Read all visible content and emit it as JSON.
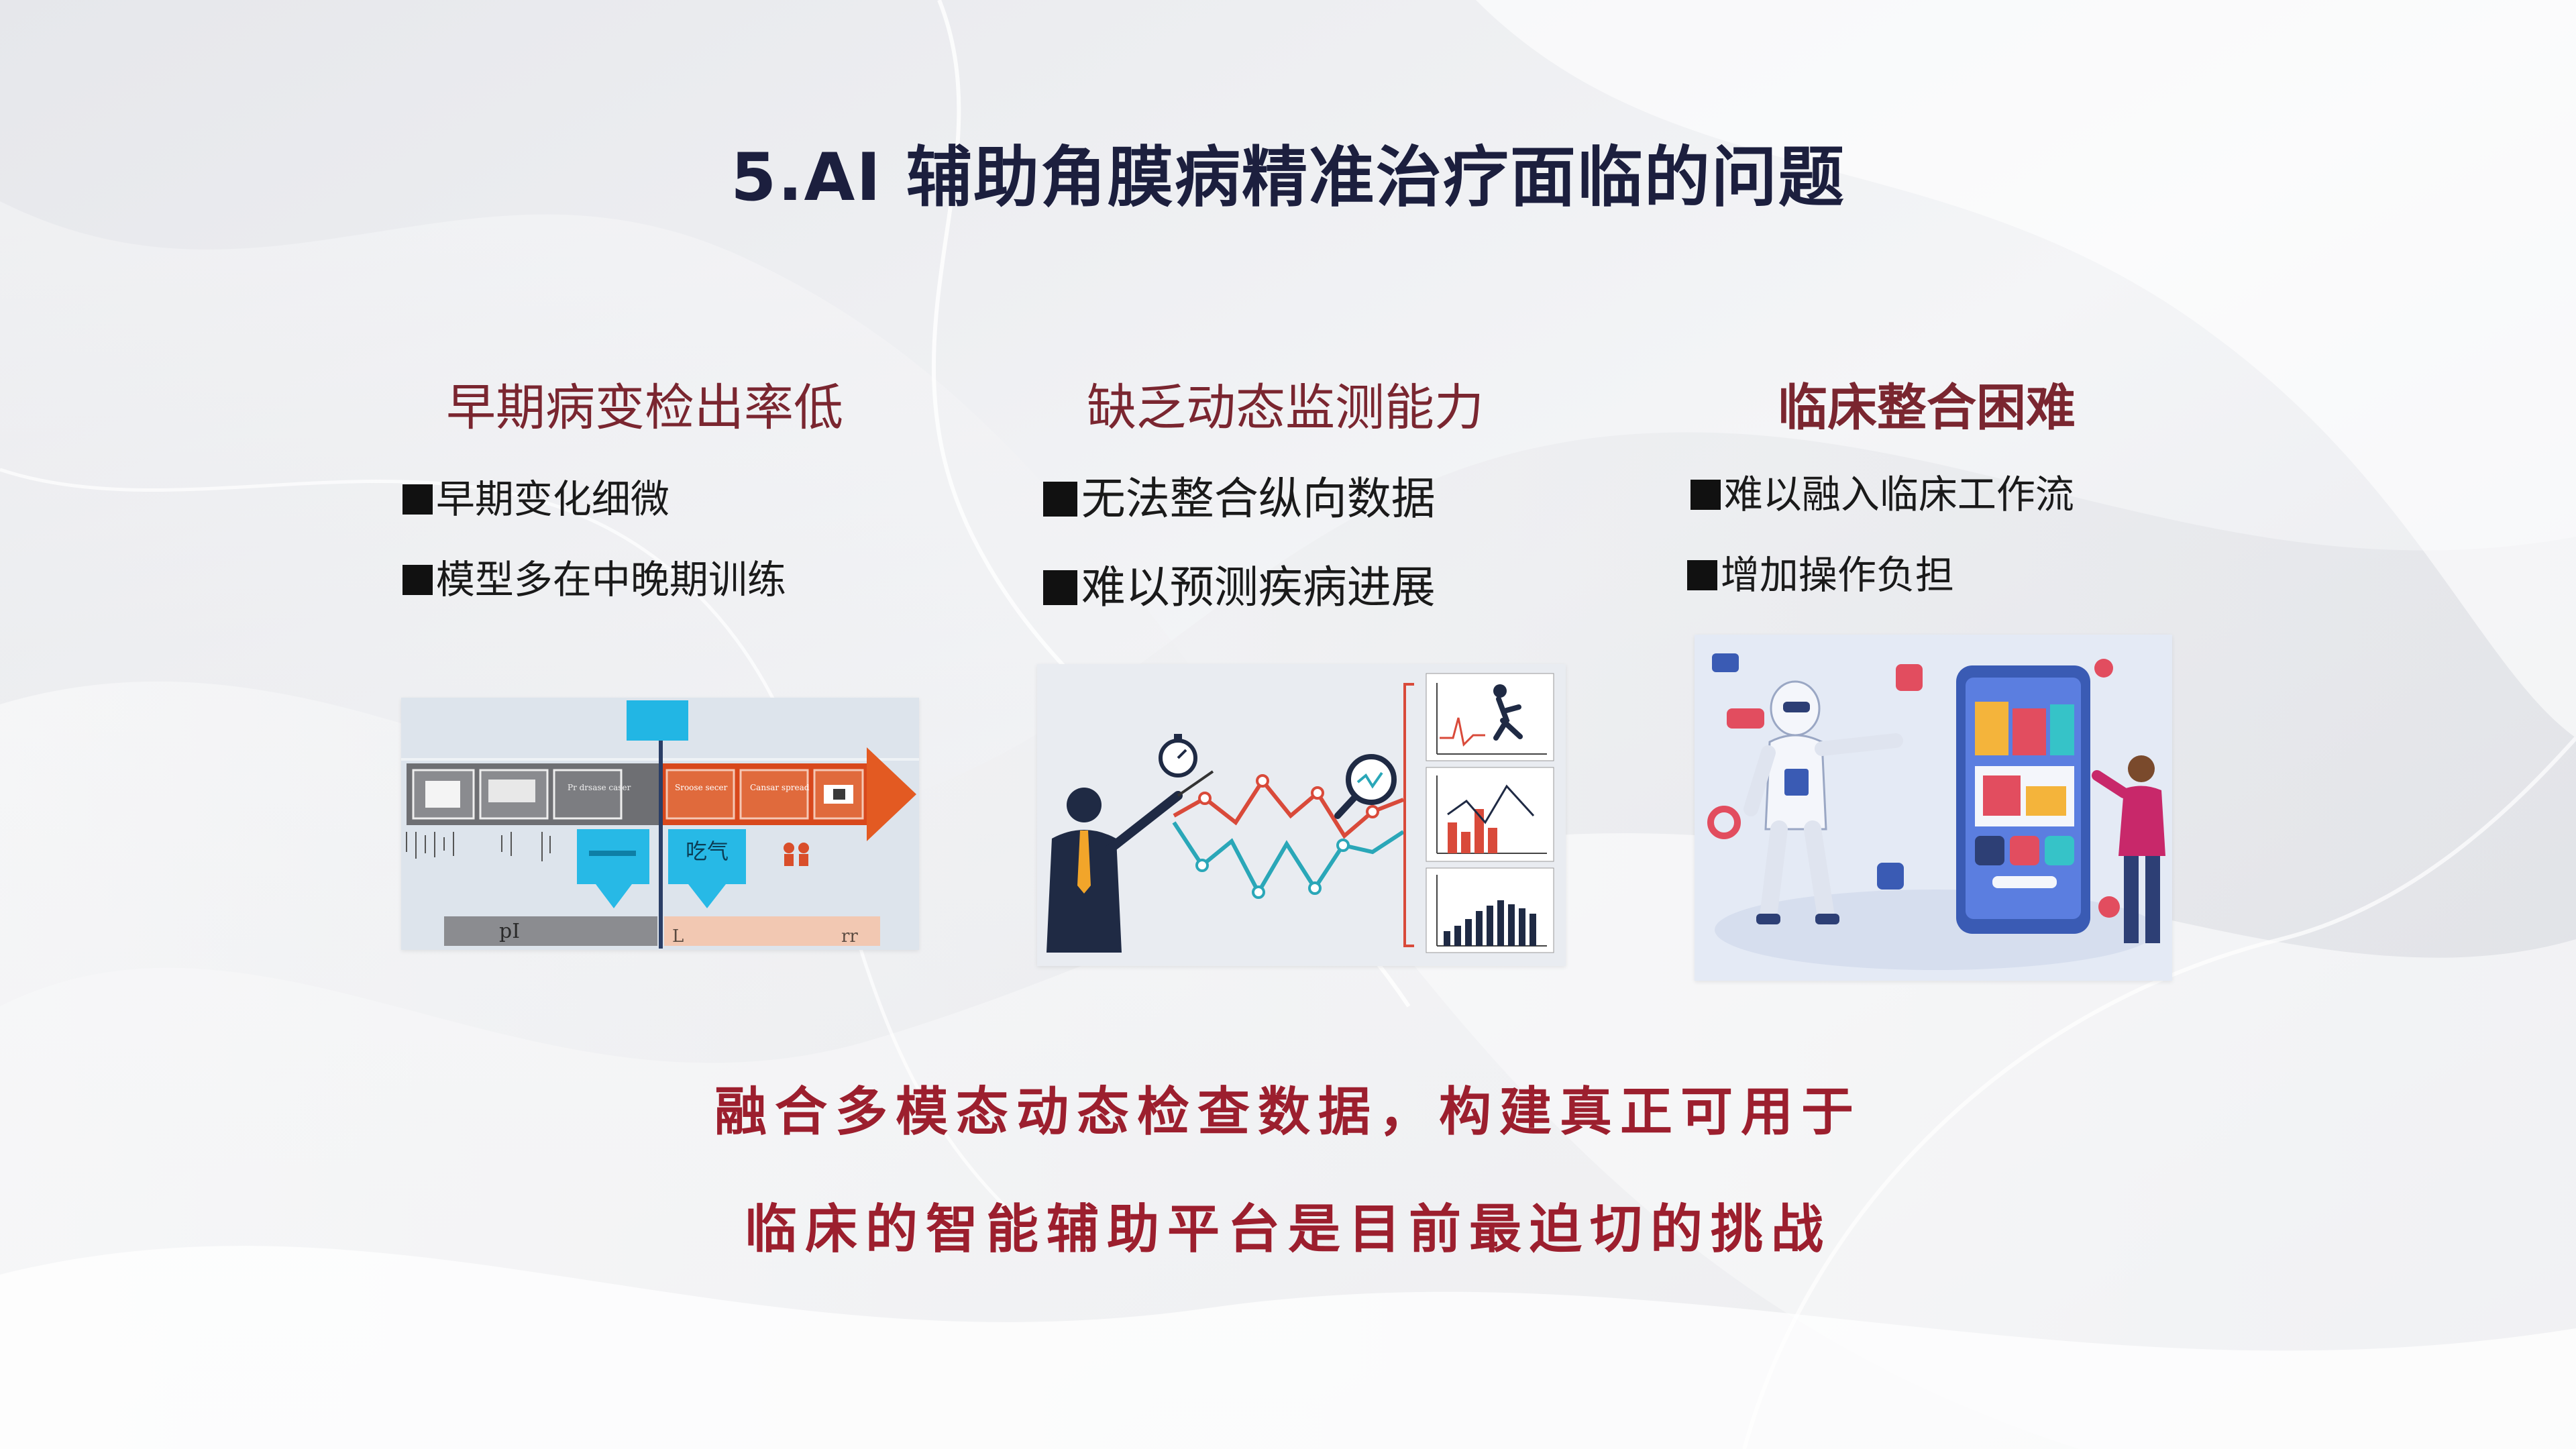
{
  "title": "5.AI  辅助角膜病精准治疗面临的问题",
  "columns": [
    {
      "heading": "早期病变检出率低",
      "bullets": [
        "早期变化细微",
        "模型多在中晚期训练"
      ]
    },
    {
      "heading": "缺乏动态监测能力",
      "bullets": [
        "无法整合纵向数据",
        "难以预测疾病进展"
      ]
    },
    {
      "heading": "临床整合困难",
      "bullets": [
        "难以融入临床工作流",
        "增加操作负担"
      ]
    }
  ],
  "image1": {
    "arrow_segment_labels": [
      "Pr drsase caser",
      "Sroose secer",
      "Cansar spread"
    ],
    "box_label": "吃气",
    "bar_left_label": "pI",
    "bar_right_label_a": "L",
    "bar_right_label_b": "rr"
  },
  "conclusion": {
    "line1": "融合多模态动态检查数据，构建真正可用于",
    "line2": "临床的智能辅助平台是目前最迫切的挑战"
  },
  "colors": {
    "title": "#1c1f3e",
    "heading": "#7a2630",
    "conclusion": "#9c1f2e",
    "accent_cyan": "#1fb8e6",
    "accent_orange": "#e05a22"
  }
}
